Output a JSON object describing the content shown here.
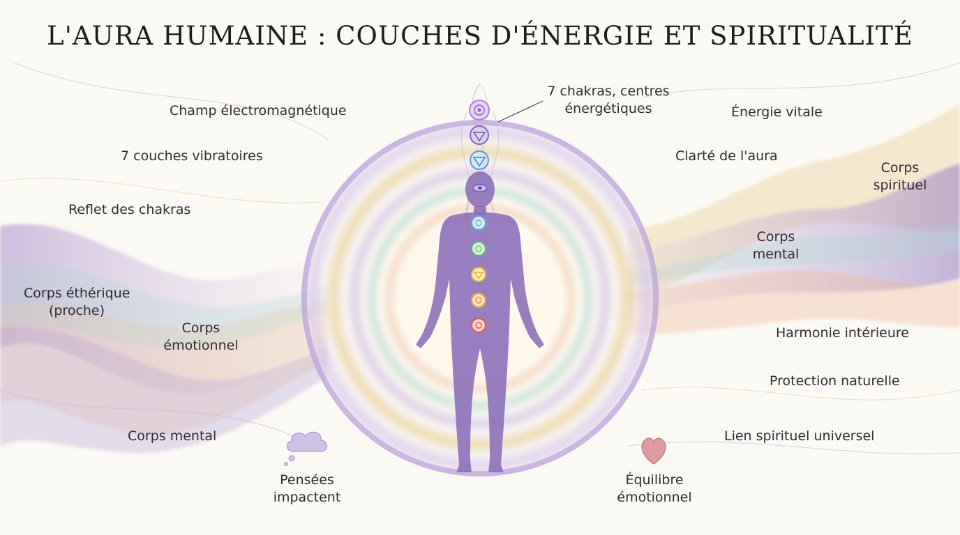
{
  "title": "L'AURA HUMAINE : COUCHES D'ÉNERGIE ET SPIRITUALITÉ",
  "labels": {
    "champ": "Champ électromagnétique",
    "couches": "7 couches vibratoires",
    "reflet": "Reflet des chakras",
    "etherique_1": "Corps éthérique",
    "etherique_2": "(proche)",
    "emotionnel_1": "Corps",
    "emotionnel_2": "émotionnel",
    "mental_left": "Corps mental",
    "pensees_1": "Pensées",
    "pensees_2": "impactent",
    "chakras_1": "7 chakras, centres",
    "chakras_2": "énergétiques",
    "energie": "Énergie vitale",
    "clarte": "Clarté de l'aura",
    "spirituel_1": "Corps",
    "spirituel_2": "spirituel",
    "mental_right_1": "Corps",
    "mental_right_2": "mental",
    "harmonie": "Harmonie intérieure",
    "protection": "Protection naturelle",
    "lien": "Lien spirituel universel",
    "equilibre_1": "Équilibre",
    "equilibre_2": "émotionnel"
  },
  "icons": {
    "cloud": "thought-cloud-icon",
    "heart": "heart-icon",
    "figure": "human-silhouette",
    "chakra_symbols": [
      "crown-chakra-icon",
      "third-eye-chakra-icon",
      "throat-chakra-icon",
      "heart-chakra-icon",
      "solar-plexus-chakra-icon",
      "sacral-chakra-icon",
      "root-chakra-icon"
    ]
  },
  "colors": {
    "violet": "#9a7fc4",
    "figure": "#8b6db8",
    "gold": "#e8c870",
    "teal": "#8fcfc4",
    "peach": "#f0b494",
    "heart": "#d98f94",
    "cloud": "#b8a6d6"
  }
}
